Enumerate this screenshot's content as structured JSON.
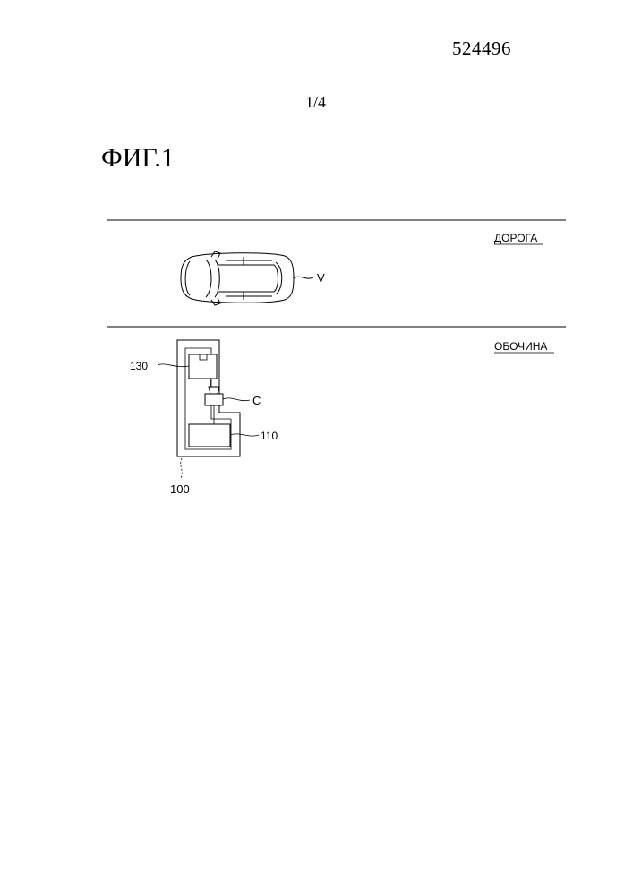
{
  "header": {
    "document_number": "524496",
    "sheet_number": "1/4"
  },
  "figure": {
    "title": "ФИГ.1"
  },
  "labels": {
    "road": "ДОРОГА",
    "roadside": "ОБОЧИНА",
    "vehicle": "V",
    "camera": "C",
    "unit_130": "130",
    "unit_110": "110",
    "device_100": "100"
  }
}
